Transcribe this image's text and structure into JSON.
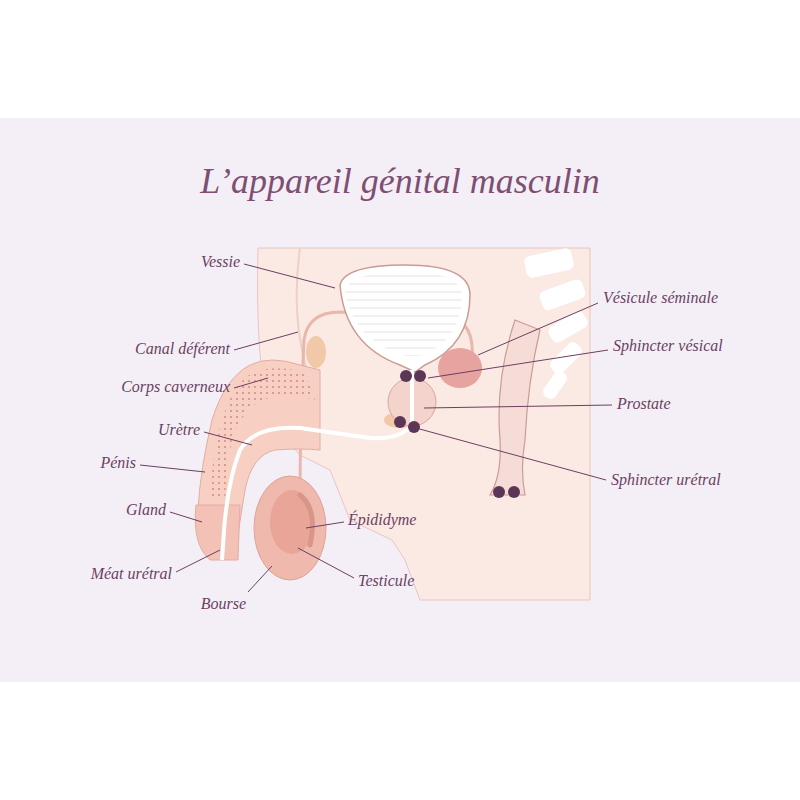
{
  "diagram": {
    "title": "L’appareil génital masculin",
    "labels": [
      "Vessie",
      "Vésicule séminale",
      "Canal déférent",
      "Sphincter vésical",
      "Corps caverneux",
      "Prostate",
      "Urètre",
      "Pénis",
      "Sphincter urétral",
      "Gland",
      "Épididyme",
      "Méat urétral",
      "Testicule",
      "Bourse"
    ]
  }
}
